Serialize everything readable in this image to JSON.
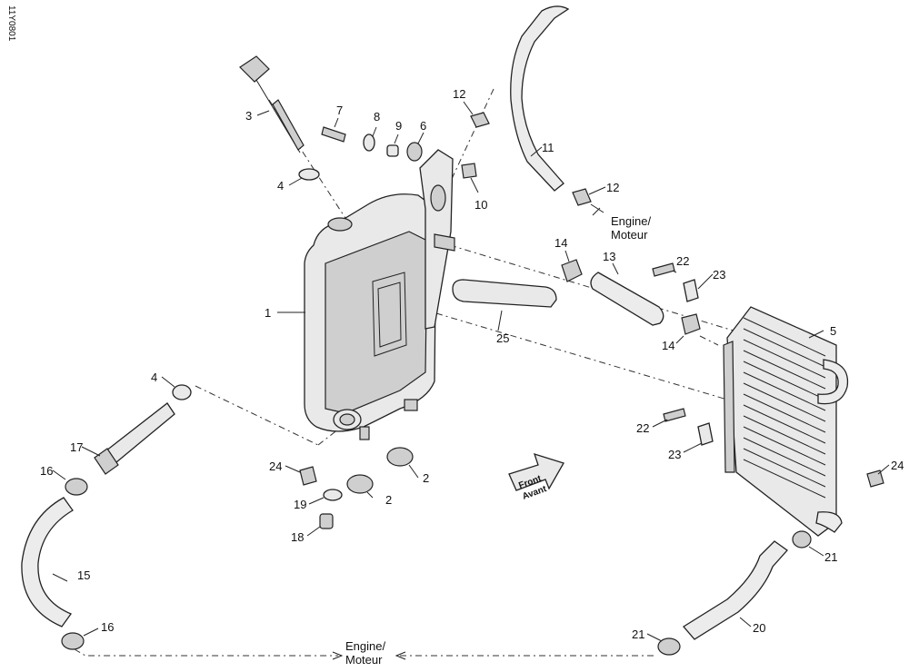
{
  "figure_code": "11Y0801",
  "callouts": {
    "c1": "1",
    "c2a": "2",
    "c2b": "2",
    "c3": "3",
    "c4a": "4",
    "c4b": "4",
    "c5": "5",
    "c6": "6",
    "c7": "7",
    "c8": "8",
    "c9": "9",
    "c10": "10",
    "c11": "11",
    "c12a": "12",
    "c12b": "12",
    "c13": "13",
    "c14a": "14",
    "c14b": "14",
    "c15": "15",
    "c16a": "16",
    "c16b": "16",
    "c17": "17",
    "c18": "18",
    "c19": "19",
    "c20": "20",
    "c21a": "21",
    "c21b": "21",
    "c22a": "22",
    "c22b": "22",
    "c23a": "23",
    "c23b": "23",
    "c24a": "24",
    "c24b": "24",
    "c25": "25"
  },
  "engine_top": {
    "line1": "Engine/",
    "line2": "Moteur"
  },
  "engine_bottom": {
    "line1": "Engine/",
    "line2": "Moteur"
  },
  "front_arrow": {
    "line1": "Front",
    "line2": "Avant"
  }
}
